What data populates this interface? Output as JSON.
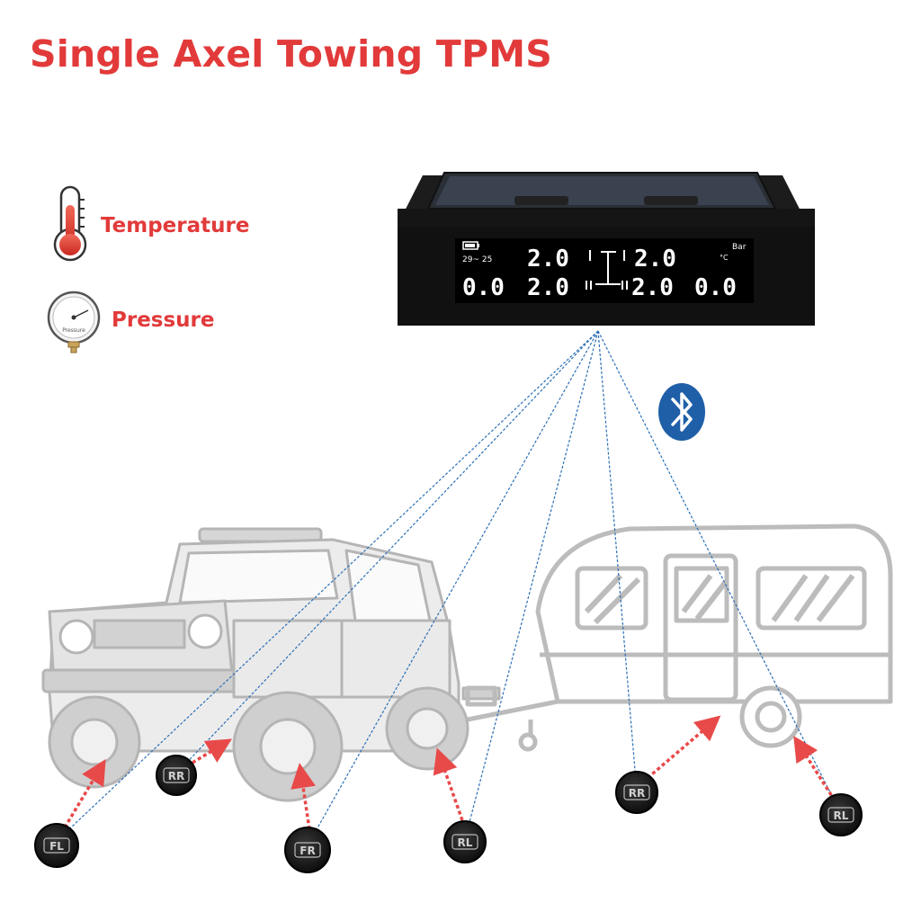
{
  "title": "Single Axel Towing TPMS",
  "legend": {
    "temperature": {
      "icon": "thermometer-icon",
      "label": "Temperature"
    },
    "pressure": {
      "icon": "pressure-gauge-icon",
      "label": "Pressure",
      "gauge_text": "Pressure"
    }
  },
  "display": {
    "unit_pressure": "Bar",
    "unit_temp": "°C",
    "temps": "29~  25",
    "top_left": "2.0",
    "top_right": "2.0",
    "bottom_far_left": "0.0",
    "bottom_left": "2.0",
    "bottom_right": "2.0",
    "bottom_far_right": "0.0"
  },
  "connectivity": {
    "icon": "bluetooth-icon"
  },
  "colors": {
    "title": "#e23a3a",
    "connection_line": "#2c6fb5",
    "arrow": "#e84a4a",
    "bluetooth": "#1f5fa8"
  },
  "sensors": [
    {
      "id": "fl",
      "label": "FL"
    },
    {
      "id": "rr-car",
      "label": "RR"
    },
    {
      "id": "fr",
      "label": "FR"
    },
    {
      "id": "rl-car",
      "label": "RL"
    },
    {
      "id": "rr-trailer",
      "label": "RR"
    },
    {
      "id": "rl-trailer",
      "label": "RL"
    }
  ]
}
